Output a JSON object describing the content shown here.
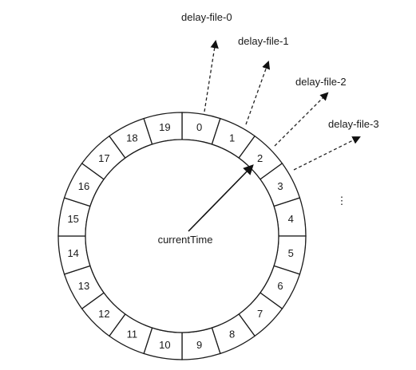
{
  "wheel": {
    "slots": [
      "0",
      "1",
      "2",
      "3",
      "4",
      "5",
      "6",
      "7",
      "8",
      "9",
      "10",
      "11",
      "12",
      "13",
      "14",
      "15",
      "16",
      "17",
      "18",
      "19"
    ]
  },
  "pointer": {
    "label": "currentTime"
  },
  "files": [
    {
      "label": "delay-file-0"
    },
    {
      "label": "delay-file-1"
    },
    {
      "label": "delay-file-2"
    },
    {
      "label": "delay-file-3"
    }
  ],
  "more_marker": "⋮"
}
